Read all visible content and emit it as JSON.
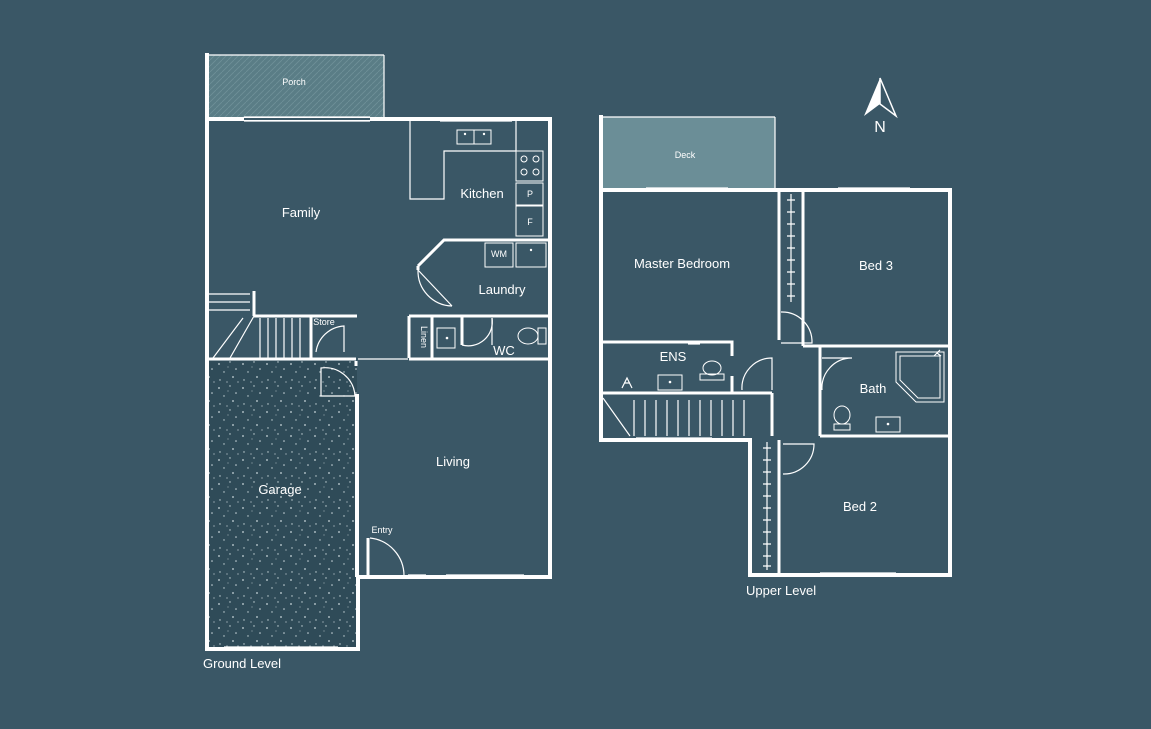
{
  "ground_level": {
    "caption": "Ground Level",
    "rooms": {
      "porch": "Porch",
      "family": "Family",
      "kitchen": "Kitchen",
      "pantry": "P",
      "fridge": "F",
      "washing_machine": "WM",
      "laundry": "Laundry",
      "store": "Store",
      "linen": "Linen",
      "wc": "WC",
      "garage": "Garage",
      "living": "Living",
      "entry": "Entry"
    }
  },
  "upper_level": {
    "caption": "Upper Level",
    "rooms": {
      "deck": "Deck",
      "master_bedroom": "Master Bedroom",
      "bed3": "Bed 3",
      "ens": "ENS",
      "bath": "Bath",
      "bed2": "Bed 2"
    }
  },
  "compass": {
    "label": "N",
    "icon": "north-arrow-icon"
  },
  "colors": {
    "background": "#3a5766",
    "walls": "#ffffff",
    "porch_fill": "#5a7d86",
    "deck_fill": "#6b8e97",
    "garage_fill": "#2f4a57"
  }
}
